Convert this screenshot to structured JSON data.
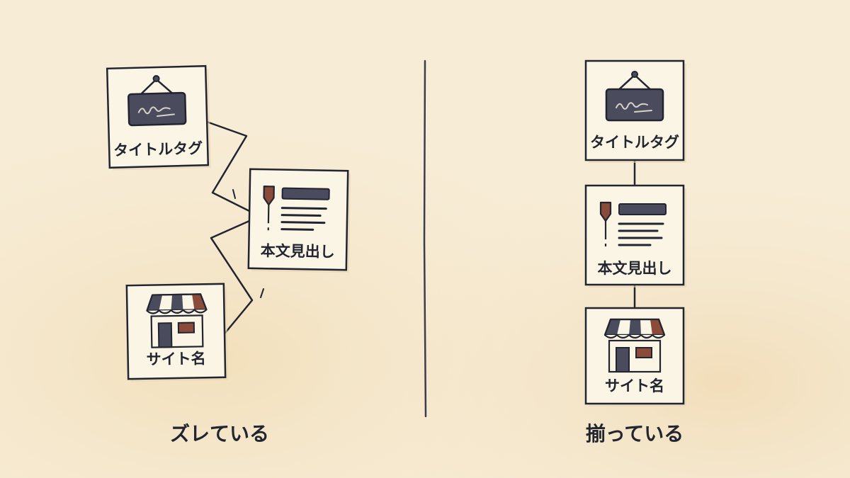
{
  "colors": {
    "background": "#f7ecd6",
    "ink": "#22242f",
    "card": "#fbf5e6",
    "slate": "#4a4c5e",
    "brown": "#8a4b3a"
  },
  "icons": [
    "hanging-sign-icon",
    "heading-pin-icon",
    "storefront-icon"
  ],
  "left_panel": {
    "caption": "ズレている",
    "cards": {
      "title_tag": "タイトルタグ",
      "heading": "本文見出し",
      "site_name": "サイト名"
    }
  },
  "right_panel": {
    "caption": "揃っている",
    "cards": {
      "title_tag": "タイトルタグ",
      "heading": "本文見出し",
      "site_name": "サイト名"
    }
  }
}
